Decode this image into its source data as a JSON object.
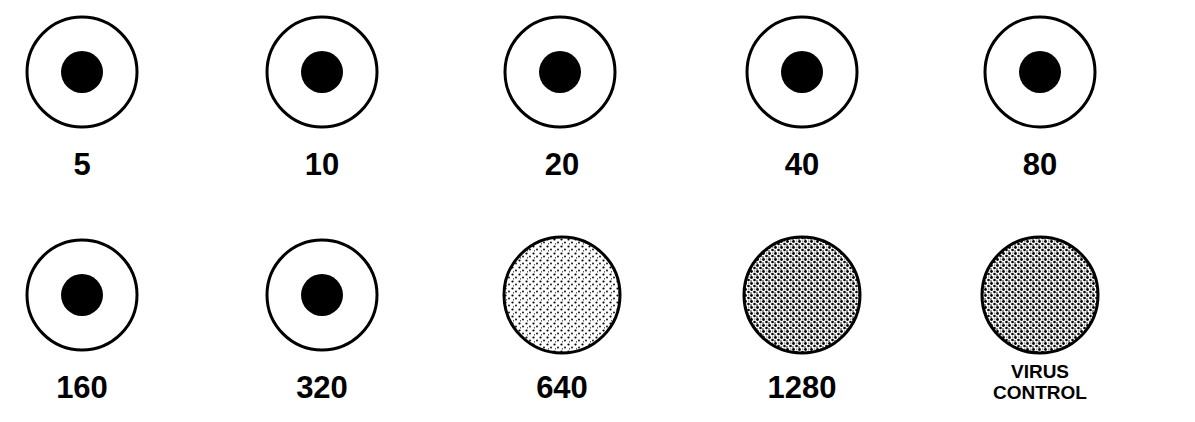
{
  "diagram": {
    "labels": [
      "5",
      "10",
      "20",
      "40",
      "80",
      "160",
      "320",
      "640",
      "1280",
      "VIRUS CONTROL"
    ]
  }
}
